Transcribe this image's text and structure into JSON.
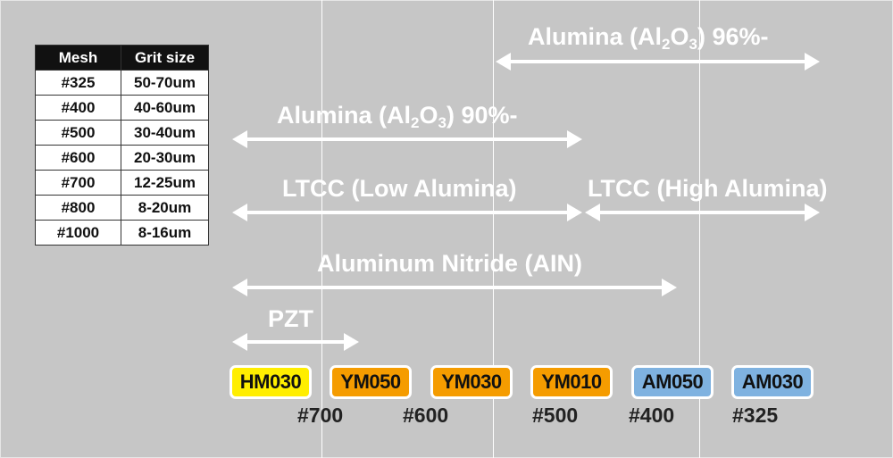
{
  "table": {
    "headers": [
      "Mesh",
      "Grit size"
    ],
    "rows": [
      [
        "#325",
        "50-70um"
      ],
      [
        "#400",
        "40-60um"
      ],
      [
        "#500",
        "30-40um"
      ],
      [
        "#600",
        "20-30um"
      ],
      [
        "#700",
        "12-25um"
      ],
      [
        "#800",
        "8-20um"
      ],
      [
        "#1000",
        "8-16um"
      ]
    ]
  },
  "materials": {
    "alumina96": {
      "pre": "Alumina  (Al",
      "s1": "2",
      "mid": "O",
      "s2": "3",
      "post": ") 96%-"
    },
    "alumina90": {
      "pre": "Alumina  (Al",
      "s1": "2",
      "mid": "O",
      "s2": "3",
      "post": ") 90%-"
    },
    "ltcc_low": "LTCC (Low Alumina)",
    "ltcc_high": "LTCC (High Alumina)",
    "aln": "Aluminum Nitride (AIN)",
    "pzt": "PZT"
  },
  "badges": [
    {
      "label": "HM030",
      "color": "#ffee00"
    },
    {
      "label": "YM050",
      "color": "#f59c00"
    },
    {
      "label": "YM030",
      "color": "#f59c00"
    },
    {
      "label": "YM010",
      "color": "#f59c00"
    },
    {
      "label": "AM050",
      "color": "#7fb2e0"
    },
    {
      "label": "AM030",
      "color": "#7fb2e0"
    }
  ],
  "mesh_labels": [
    "#700",
    "#600",
    "#500",
    "#400",
    "#325"
  ]
}
